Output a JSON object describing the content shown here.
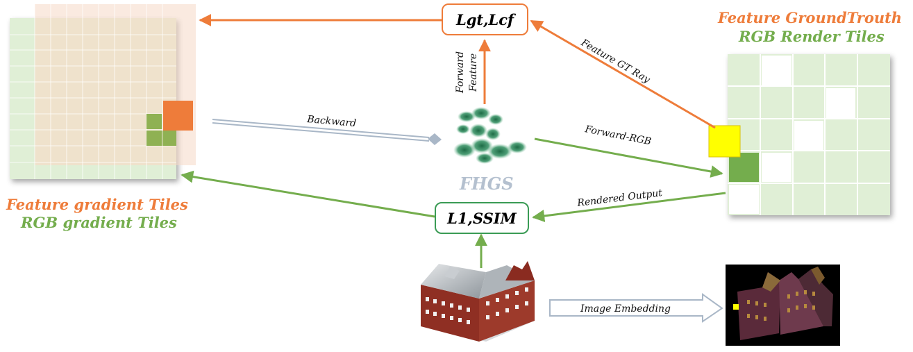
{
  "colors": {
    "orange": "#ee7c3a",
    "green": "#74ad4d",
    "blue_gray": "#a9b7c7",
    "tile_light_green": "#e0efd6",
    "tile_beige": "#efe2cc",
    "tile_dark_green": "#8fb153",
    "tile_orange": "#ee7c3a",
    "yellow": "#ffff00"
  },
  "left_tiles": {
    "caption_feature": "Feature gradient Tiles",
    "caption_rgb": "RGB gradient Tiles"
  },
  "right_tiles": {
    "caption_feature": "Feature GroundTrouth",
    "caption_rgb": "RGB Render Tiles"
  },
  "center": {
    "model_label": "FHGS",
    "model_icon": "gaussian-splats-icon"
  },
  "boxes": {
    "loss_feature": "Lgt,Lcf",
    "loss_rgb": "L1,SSIM"
  },
  "edges": {
    "backward": "Backward",
    "forward_feature_line1": "Forward",
    "forward_feature_line2": "Feature",
    "feature_gt_ray": "Feature GT Ray",
    "forward_rgb": "Forward-RGB",
    "rendered_output": "Rendered Output",
    "image_embedding": "Image Embedding"
  },
  "images": {
    "building_photo": "building-photo",
    "feature_map": "feature-embedding-image"
  }
}
